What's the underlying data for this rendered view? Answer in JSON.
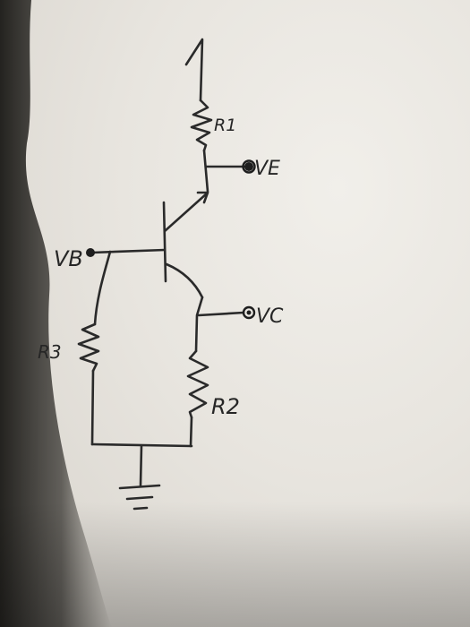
{
  "labels": {
    "r1": "R1",
    "r2": "R2",
    "r3": "R3",
    "ve": "VE",
    "vb": "VB",
    "vc": "VC"
  },
  "colors": {
    "ink": "#2a2a2a",
    "paper": "#ecebe6"
  }
}
